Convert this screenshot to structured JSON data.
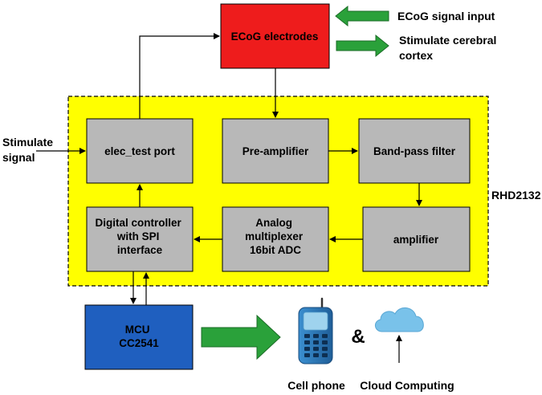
{
  "blocks": {
    "ecog_electrodes": "ECoG electrodes",
    "elec_test_port": "elec_test port",
    "pre_amplifier": "Pre-amplifier",
    "band_pass_filter": "Band-pass filter",
    "digital_controller": [
      "Digital controller",
      "with SPI",
      "interface"
    ],
    "analog_mux": [
      "Analog",
      "multiplexer",
      "16bit  ADC"
    ],
    "amplifier": "amplifier",
    "mcu": [
      "MCU",
      "CC2541"
    ]
  },
  "chip_label": "RHD2132",
  "labels": {
    "ecog_input": "ECoG signal input",
    "stimulate_cortex": [
      "Stimulate cerebral",
      "cortex"
    ],
    "stimulate_signal": [
      "Stimulate",
      "signal"
    ],
    "cell_phone": "Cell phone",
    "cloud_computing": "Cloud Computing",
    "ampersand": "&"
  },
  "icons": {
    "phone": "cell-phone-icon",
    "cloud": "cloud-upload-icon"
  },
  "colors": {
    "ecog_box": "#ee1c1c",
    "chip_fill": "#ffff00",
    "block_fill": "#b8b8b8",
    "mcu_fill": "#1f5fbf",
    "arrow_green": "#2aa13a",
    "phone_body": "#2f78b8",
    "phone_screen": "#9fd3ee",
    "cloud": "#79c2ea"
  }
}
